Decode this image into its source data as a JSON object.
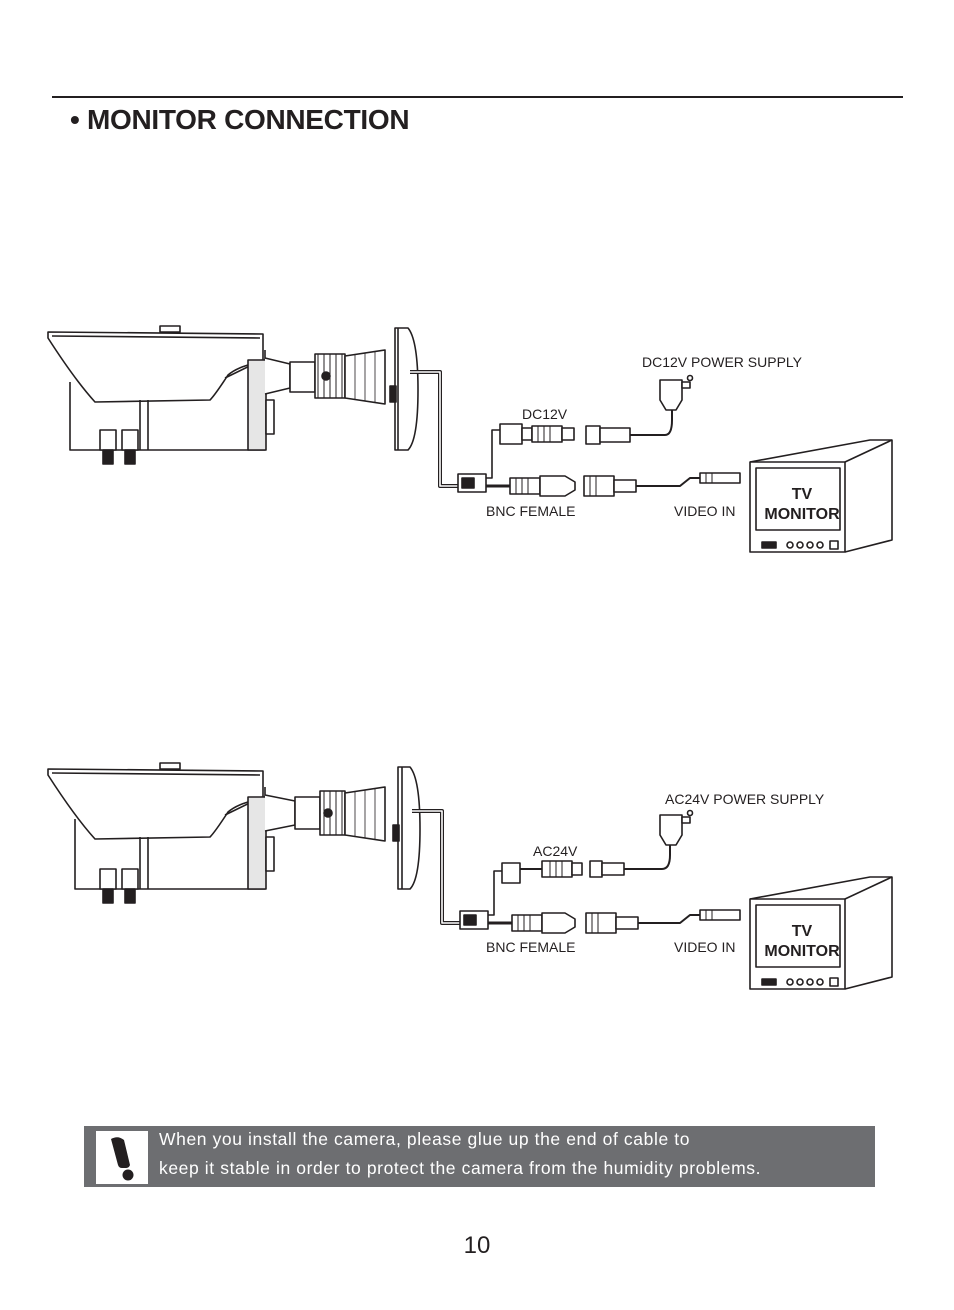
{
  "title": "• MONITOR CONNECTION",
  "diagrams": [
    {
      "power_supply_label": "DC12V POWER SUPPLY",
      "power_label": "DC12V",
      "bnc_label": "BNC FEMALE",
      "video_in_label": "VIDEO IN",
      "tv_line1": "TV",
      "tv_line2": "MONITOR"
    },
    {
      "power_supply_label": "AC24V POWER SUPPLY",
      "power_label": "AC24V",
      "bnc_label": "BNC FEMALE",
      "video_in_label": "VIDEO IN",
      "tv_line1": "TV",
      "tv_line2": "MONITOR"
    }
  ],
  "notice": {
    "line1": "When you install the camera, please glue up the end of cable to",
    "line2": "keep it stable in order to protect the camera from the humidity problems."
  },
  "page_number": "10"
}
